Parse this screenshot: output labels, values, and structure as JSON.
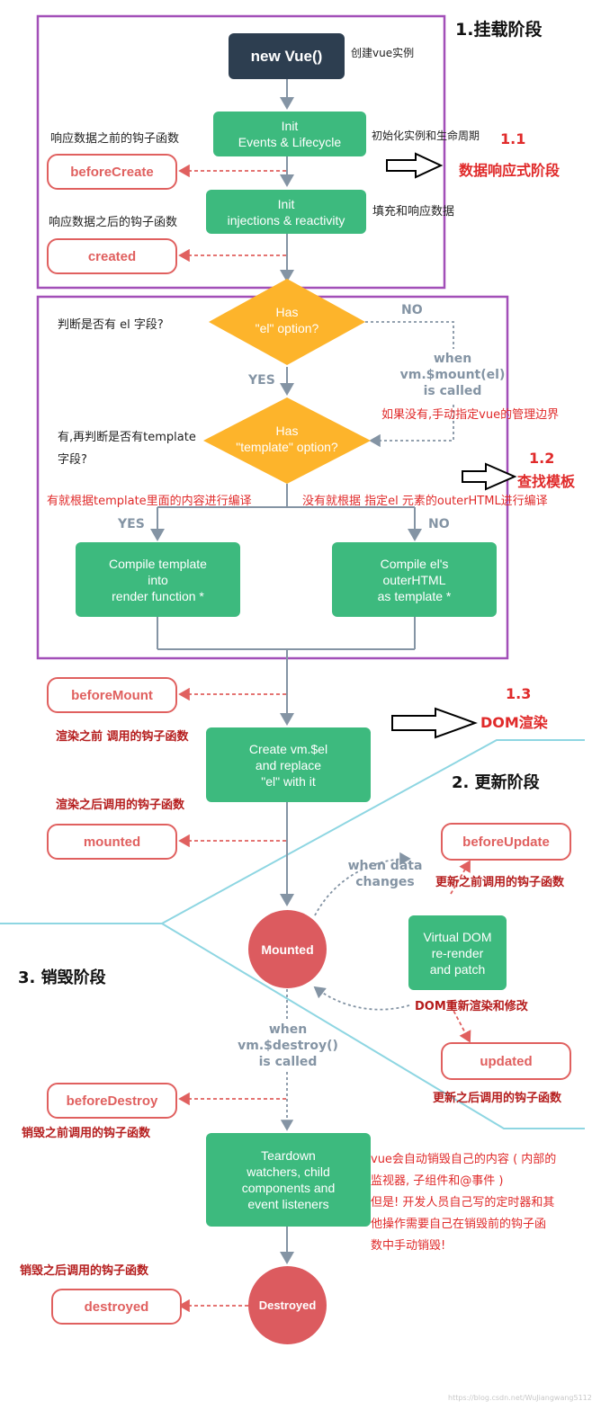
{
  "stages": {
    "mount": "1.挂载阶段",
    "update": "2. 更新阶段",
    "destroy": "3. 销毁阶段"
  },
  "markers": {
    "m11_num": "1.1",
    "m11_label": "数据响应式阶段",
    "m12_num": "1.2",
    "m12_label": "查找模板",
    "m13_num": "1.3",
    "m13_label": "DOM渲染"
  },
  "boxes": {
    "new_vue": "new Vue()",
    "init_events": "Init\nEvents & Lifecycle",
    "init_injections": "Init\ninjections & reactivity",
    "compile_template": "Compile template\ninto\nrender function *",
    "compile_el": "Compile el's\nouterHTML\nas template *",
    "create_el": "Create vm.$el\nand replace\n\"el\" with it",
    "virtual_dom": "Virtual DOM\nre-render\nand patch",
    "teardown": "Teardown\nwatchers, child\ncomponents and\nevent listeners"
  },
  "diamonds": {
    "has_el": "Has\n\"el\" option?",
    "has_template": "Has\n\"template\" option?"
  },
  "circles": {
    "mounted": "Mounted",
    "destroyed": "Destroyed"
  },
  "hooks": {
    "before_create": "beforeCreate",
    "created": "created",
    "before_mount": "beforeMount",
    "mounted": "mounted",
    "before_update": "beforeUpdate",
    "updated": "updated",
    "before_destroy": "beforeDestroy",
    "destroyed": "destroyed"
  },
  "flow_labels": {
    "no1": "NO",
    "yes1": "YES",
    "when_mount": "when\nvm.$mount(el)\nis called",
    "yes2": "YES",
    "no2": "NO",
    "when_data": "when data\nchanges",
    "when_destroy": "when\nvm.$destroy()\nis called"
  },
  "notes": {
    "create_instance": "创建vue实例",
    "before_reactive": "响应数据之前的钩子函数",
    "init_lifecycle": "初始化实例和生命周期",
    "after_reactive": "响应数据之后的钩子函数",
    "fill_reactive": "填充和响应数据",
    "check_el": "判断是否有 el 字段?",
    "check_template_1": "有,再判断是否有template",
    "check_template_2": "字段?",
    "manual_mount": "如果没有,手动指定vue的管理边界",
    "compile_by_template": "有就根据template里面的内容进行编译",
    "compile_by_el": "没有就根据 指定el 元素的outerHTML进行编译",
    "before_render": "渲染之前 调用的钩子函数",
    "after_render": "渲染之后调用的钩子函数",
    "before_update_note": "更新之前调用的钩子函数",
    "dom_rerender": "DOM重新渲染和修改",
    "after_update_note": "更新之后调用的钩子函数",
    "before_destroy_note": "销毁之前调用的钩子函数",
    "auto_destroy_1": "vue会自动销毁自己的内容 ( 内部的",
    "auto_destroy_2": "监视器, 子组件和@事件 )",
    "auto_destroy_3": "但是! 开发人员自己写的定时器和其",
    "auto_destroy_4": "他操作需要自己在销毁前的钩子函",
    "auto_destroy_5": "数中手动销毁!",
    "after_destroy_note": "销毁之后调用的钩子函数"
  },
  "watermark": "https://blog.csdn.net/WuJiangwang5112",
  "colors": {
    "green": "#3dba7e",
    "navy": "#2d3e50",
    "orange": "#fdb42b",
    "red": "#dc5b5f",
    "purple": "#a24fb8",
    "cyan": "#8ed6e2",
    "connector": "#8494a4"
  }
}
